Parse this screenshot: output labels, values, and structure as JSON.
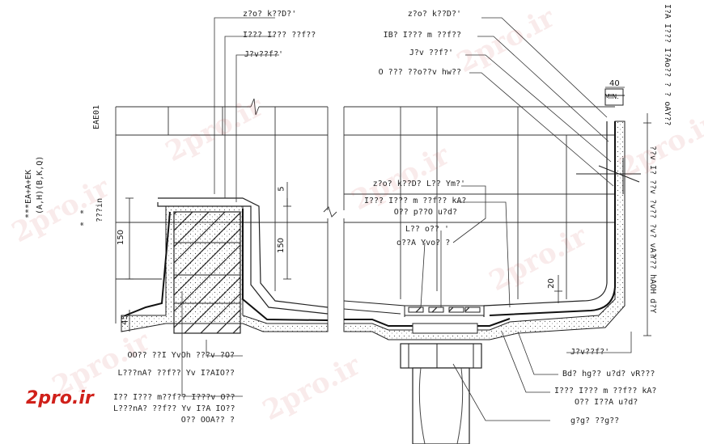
{
  "watermark": "2pro.ir",
  "logo": "2pro.ir",
  "left_labels_top": [
    "z?o? k??D?'",
    "I??? I??? ??f??",
    "J?v??f?'"
  ],
  "center_labels_top": [
    "z?o? k??D?'",
    "IB? I??? m ??f??",
    "J?v ??f?'",
    "O ??? ??o??v hw??"
  ],
  "mid_labels": [
    "z?o? k??D? L?? Ym?'",
    "I??? I??? m ??f?? kA?",
    "O?? p??O u?d?",
    "L?? o?? '",
    "o??A Yvo? ?"
  ],
  "bottom_left_labels": [
    "OO?? ??I YvOh ???v ?O?",
    "L???nA? ??f?? Yv I?AIO??",
    "I?? I??? m??f?? I???v O??",
    "L???nA? ??f?? Yv I?A IO??",
    "O?? OOA?? ?"
  ],
  "bottom_right_labels": [
    "J?v??f?'",
    "Bd? hg?? u?d? vR???",
    "I??? I??? m ??f?? kA?",
    "O?? I??A u?d?",
    "g?g? ??g??"
  ],
  "left_vertical": [
    "***EA+A+EK",
    "(A,H)(B,K,Q)",
    "*",
    "*",
    "???in"
  ],
  "code": "EAE01",
  "right_vertical": [
    "I?A I??? I?Ao?? ? ? oAY??",
    "??v I? ??v ?v?? ?v? vA?",
    "Y?? hAOH d?Y"
  ],
  "dims": {
    "d40": "40",
    "min": "MIN.",
    "d5": "5",
    "d150a": "150",
    "d150b": "150",
    "d45": "45",
    "d20": "20"
  }
}
